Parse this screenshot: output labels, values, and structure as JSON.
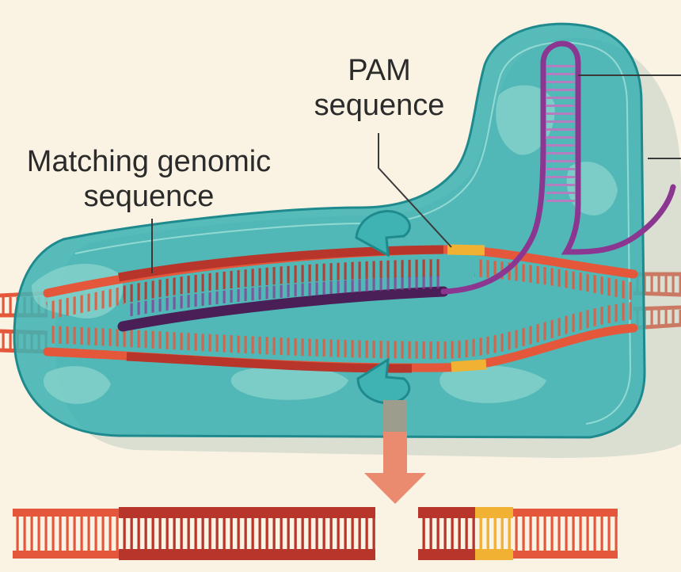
{
  "labels": {
    "pam": {
      "line1": "PAM",
      "line2": "sequence"
    },
    "genomic": {
      "line1": "Matching genomic",
      "line2": "sequence"
    }
  },
  "colors": {
    "background": "#faf3e3",
    "cas9_body": "#3fb3b3",
    "cas9_edge": "#1e8a8e",
    "dna_strand": "#e5573a",
    "dna_rung": "#e5573a",
    "matching_segment": "#b7352a",
    "pam": "#f1b234",
    "guide_rna": "#8b3791",
    "spacer_rna": "#4a1e57",
    "arrow": "#ea8a6e",
    "leader_line": "#3a3a3a"
  }
}
